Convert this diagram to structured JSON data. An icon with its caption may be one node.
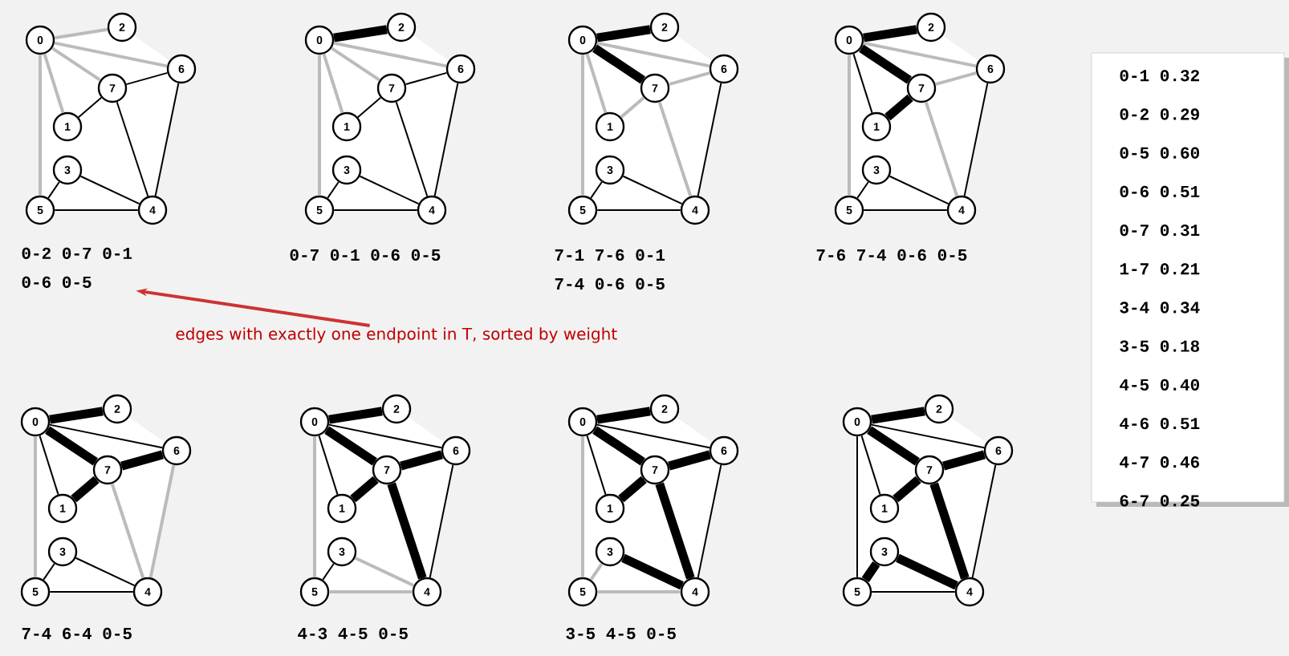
{
  "diagram": {
    "nodes": [
      {
        "text": [
          "0"
        ]
      },
      {
        "text": [
          "1"
        ]
      },
      {
        "text": [
          "2"
        ]
      },
      {
        "text": [
          "3"
        ]
      },
      {
        "text": [
          "4"
        ]
      },
      {
        "text": [
          "5"
        ]
      },
      {
        "text": [
          "6"
        ]
      },
      {
        "text": [
          "7"
        ]
      },
      {
        "text": [
          "0"
        ]
      },
      {
        "text": [
          "1"
        ]
      },
      {
        "text": [
          "2"
        ]
      },
      {
        "text": [
          "3"
        ]
      },
      {
        "text": [
          "4"
        ]
      },
      {
        "text": [
          "5"
        ]
      },
      {
        "text": [
          "6"
        ]
      },
      {
        "text": [
          "7"
        ]
      },
      {
        "text": [
          "0"
        ]
      },
      {
        "text": [
          "1"
        ]
      },
      {
        "text": [
          "2"
        ]
      },
      {
        "text": [
          "3"
        ]
      },
      {
        "text": [
          "4"
        ]
      },
      {
        "text": [
          "5"
        ]
      },
      {
        "text": [
          "6"
        ]
      },
      {
        "text": [
          "7"
        ]
      },
      {
        "text": [
          "0"
        ]
      },
      {
        "text": [
          "1"
        ]
      },
      {
        "text": [
          "2"
        ]
      },
      {
        "text": [
          "3"
        ]
      },
      {
        "text": [
          "4"
        ]
      },
      {
        "text": [
          "5"
        ]
      },
      {
        "text": [
          "6"
        ]
      },
      {
        "text": [
          "7"
        ]
      },
      {
        "text": [
          "0"
        ]
      },
      {
        "text": [
          "1"
        ]
      },
      {
        "text": [
          "2"
        ]
      },
      {
        "text": [
          "3"
        ]
      },
      {
        "text": [
          "4"
        ]
      },
      {
        "text": [
          "5"
        ]
      },
      {
        "text": [
          "6"
        ]
      },
      {
        "text": [
          "7"
        ]
      },
      {
        "text": [
          "0"
        ]
      },
      {
        "text": [
          "1"
        ]
      },
      {
        "text": [
          "2"
        ]
      },
      {
        "text": [
          "3"
        ]
      },
      {
        "text": [
          "4"
        ]
      },
      {
        "text": [
          "5"
        ]
      },
      {
        "text": [
          "6"
        ]
      },
      {
        "text": [
          "7"
        ]
      },
      {
        "text": [
          "0"
        ]
      },
      {
        "text": [
          "1"
        ]
      },
      {
        "text": [
          "2"
        ]
      },
      {
        "text": [
          "3"
        ]
      },
      {
        "text": [
          "4"
        ]
      },
      {
        "text": [
          "5"
        ]
      },
      {
        "text": [
          "6"
        ]
      },
      {
        "text": [
          "7"
        ]
      },
      {
        "text": [
          "0"
        ]
      },
      {
        "text": [
          "1"
        ]
      },
      {
        "text": [
          "2"
        ]
      },
      {
        "text": [
          "3"
        ]
      },
      {
        "text": [
          "4"
        ]
      },
      {
        "text": [
          "5"
        ]
      },
      {
        "text": [
          "6"
        ]
      },
      {
        "text": [
          "7"
        ]
      },
      {
        "text": [
          "0-1 0.32",
          "0-2 0.29",
          "0-5 0.60",
          "0-6 0.51",
          "0-7 0.31",
          "1-7 0.21",
          "3-4 0.34",
          "3-5 0.18",
          "4-5 0.40",
          "4-6 0.51",
          "4-7 0.46",
          "6-7 0.25"
        ]
      },
      {
        "text": [
          "edges with exactly one endpoint in T, sorted by weight"
        ]
      },
      {
        "text": [
          "0-2 0-7 0-1",
          "0-6 0-5"
        ]
      }
    ],
    "edges": [
      {
        "from": 0,
        "to": 1,
        "arrow": "none",
        "color": "#bbbbbb"
      },
      {
        "from": 0,
        "to": 2,
        "arrow": "none",
        "color": "#bbbbbb"
      },
      {
        "from": 0,
        "to": 5,
        "arrow": "none",
        "color": "#bbbbbb"
      },
      {
        "from": 0,
        "to": 6,
        "arrow": "none",
        "color": "#bbbbbb"
      },
      {
        "from": 0,
        "to": 7,
        "arrow": "none",
        "color": "#bbbbbb"
      },
      {
        "from": 1,
        "to": 7,
        "arrow": "none"
      },
      {
        "from": 3,
        "to": 4,
        "arrow": "none"
      },
      {
        "from": 3,
        "to": 5,
        "arrow": "none"
      },
      {
        "from": 4,
        "to": 5,
        "arrow": "none"
      },
      {
        "from": 4,
        "to": 6,
        "arrow": "none"
      },
      {
        "from": 4,
        "to": 7,
        "arrow": "none"
      },
      {
        "from": 6,
        "to": 7,
        "arrow": "none"
      },
      {
        "from": 8,
        "to": 9,
        "arrow": "none",
        "color": "#bbbbbb"
      },
      {
        "from": 8,
        "to": 10,
        "arrow": "none",
        "style": "thick"
      },
      {
        "from": 8,
        "to": 13,
        "arrow": "none",
        "color": "#bbbbbb"
      },
      {
        "from": 8,
        "to": 14,
        "arrow": "none",
        "color": "#bbbbbb"
      },
      {
        "from": 8,
        "to": 15,
        "arrow": "none",
        "color": "#bbbbbb"
      },
      {
        "from": 9,
        "to": 15,
        "arrow": "none"
      },
      {
        "from": 11,
        "to": 12,
        "arrow": "none"
      },
      {
        "from": 11,
        "to": 13,
        "arrow": "none"
      },
      {
        "from": 12,
        "to": 13,
        "arrow": "none"
      },
      {
        "from": 12,
        "to": 14,
        "arrow": "none"
      },
      {
        "from": 12,
        "to": 15,
        "arrow": "none"
      },
      {
        "from": 14,
        "to": 15,
        "arrow": "none"
      },
      {
        "from": 16,
        "to": 17,
        "arrow": "none",
        "color": "#bbbbbb"
      },
      {
        "from": 16,
        "to": 18,
        "arrow": "none",
        "style": "thick"
      },
      {
        "from": 16,
        "to": 21,
        "arrow": "none",
        "color": "#bbbbbb"
      },
      {
        "from": 16,
        "to": 22,
        "arrow": "none",
        "color": "#bbbbbb"
      },
      {
        "from": 16,
        "to": 23,
        "arrow": "none",
        "style": "thick"
      },
      {
        "from": 17,
        "to": 23,
        "arrow": "none",
        "color": "#bbbbbb"
      },
      {
        "from": 19,
        "to": 20,
        "arrow": "none"
      },
      {
        "from": 19,
        "to": 21,
        "arrow": "none"
      },
      {
        "from": 20,
        "to": 21,
        "arrow": "none"
      },
      {
        "from": 20,
        "to": 22,
        "arrow": "none"
      },
      {
        "from": 20,
        "to": 23,
        "arrow": "none",
        "color": "#bbbbbb"
      },
      {
        "from": 22,
        "to": 23,
        "arrow": "none",
        "color": "#bbbbbb"
      },
      {
        "from": 24,
        "to": 25,
        "arrow": "none"
      },
      {
        "from": 24,
        "to": 26,
        "arrow": "none",
        "style": "thick"
      },
      {
        "from": 24,
        "to": 29,
        "arrow": "none",
        "color": "#bbbbbb"
      },
      {
        "from": 24,
        "to": 30,
        "arrow": "none",
        "color": "#bbbbbb"
      },
      {
        "from": 24,
        "to": 31,
        "arrow": "none",
        "style": "thick"
      },
      {
        "from": 25,
        "to": 31,
        "arrow": "none",
        "style": "thick"
      },
      {
        "from": 27,
        "to": 28,
        "arrow": "none"
      },
      {
        "from": 27,
        "to": 29,
        "arrow": "none"
      },
      {
        "from": 28,
        "to": 29,
        "arrow": "none"
      },
      {
        "from": 28,
        "to": 30,
        "arrow": "none"
      },
      {
        "from": 28,
        "to": 31,
        "arrow": "none",
        "color": "#bbbbbb"
      },
      {
        "from": 30,
        "to": 31,
        "arrow": "none",
        "color": "#bbbbbb"
      },
      {
        "from": 32,
        "to": 33,
        "arrow": "none"
      },
      {
        "from": 32,
        "to": 34,
        "arrow": "none",
        "style": "thick"
      },
      {
        "from": 32,
        "to": 37,
        "arrow": "none",
        "color": "#bbbbbb"
      },
      {
        "from": 32,
        "to": 38,
        "arrow": "none"
      },
      {
        "from": 32,
        "to": 39,
        "arrow": "none",
        "style": "thick"
      },
      {
        "from": 33,
        "to": 39,
        "arrow": "none",
        "style": "thick"
      },
      {
        "from": 35,
        "to": 36,
        "arrow": "none"
      },
      {
        "from": 35,
        "to": 37,
        "arrow": "none"
      },
      {
        "from": 36,
        "to": 37,
        "arrow": "none"
      },
      {
        "from": 36,
        "to": 38,
        "arrow": "none",
        "color": "#bbbbbb"
      },
      {
        "from": 36,
        "to": 39,
        "arrow": "none",
        "color": "#bbbbbb"
      },
      {
        "from": 38,
        "to": 39,
        "arrow": "none",
        "style": "thick"
      },
      {
        "from": 40,
        "to": 41,
        "arrow": "none"
      },
      {
        "from": 40,
        "to": 42,
        "arrow": "none",
        "style": "thick"
      },
      {
        "from": 40,
        "to": 45,
        "arrow": "none",
        "color": "#bbbbbb"
      },
      {
        "from": 40,
        "to": 46,
        "arrow": "none"
      },
      {
        "from": 40,
        "to": 47,
        "arrow": "none",
        "style": "thick"
      },
      {
        "from": 41,
        "to": 47,
        "arrow": "none",
        "style": "thick"
      },
      {
        "from": 43,
        "to": 44,
        "arrow": "none",
        "color": "#bbbbbb"
      },
      {
        "from": 43,
        "to": 45,
        "arrow": "none"
      },
      {
        "from": 44,
        "to": 45,
        "arrow": "none",
        "color": "#bbbbbb"
      },
      {
        "from": 44,
        "to": 46,
        "arrow": "none"
      },
      {
        "from": 44,
        "to": 47,
        "arrow": "none",
        "style": "thick"
      },
      {
        "from": 46,
        "to": 47,
        "arrow": "none",
        "style": "thick"
      },
      {
        "from": 48,
        "to": 49,
        "arrow": "none"
      },
      {
        "from": 48,
        "to": 50,
        "arrow": "none",
        "style": "thick"
      },
      {
        "from": 48,
        "to": 53,
        "arrow": "none",
        "color": "#bbbbbb"
      },
      {
        "from": 48,
        "to": 54,
        "arrow": "none"
      },
      {
        "from": 48,
        "to": 55,
        "arrow": "none",
        "style": "thick"
      },
      {
        "from": 49,
        "to": 55,
        "arrow": "none",
        "style": "thick"
      },
      {
        "from": 51,
        "to": 52,
        "arrow": "none",
        "style": "thick"
      },
      {
        "from": 51,
        "to": 53,
        "arrow": "none",
        "color": "#bbbbbb"
      },
      {
        "from": 52,
        "to": 53,
        "arrow": "none",
        "color": "#bbbbbb"
      },
      {
        "from": 52,
        "to": 54,
        "arrow": "none"
      },
      {
        "from": 52,
        "to": 55,
        "arrow": "none",
        "style": "thick"
      },
      {
        "from": 54,
        "to": 55,
        "arrow": "none",
        "style": "thick"
      },
      {
        "from": 56,
        "to": 57,
        "arrow": "none"
      },
      {
        "from": 56,
        "to": 58,
        "arrow": "none",
        "style": "thick"
      },
      {
        "from": 56,
        "to": 61,
        "arrow": "none"
      },
      {
        "from": 56,
        "to": 62,
        "arrow": "none"
      },
      {
        "from": 56,
        "to": 63,
        "arrow": "none",
        "style": "thick"
      },
      {
        "from": 57,
        "to": 63,
        "arrow": "none",
        "style": "thick"
      },
      {
        "from": 59,
        "to": 60,
        "arrow": "none",
        "style": "thick"
      },
      {
        "from": 59,
        "to": 61,
        "arrow": "none",
        "style": "thick"
      },
      {
        "from": 60,
        "to": 61,
        "arrow": "none"
      },
      {
        "from": 60,
        "to": 62,
        "arrow": "none"
      },
      {
        "from": 60,
        "to": 63,
        "arrow": "none",
        "style": "thick"
      },
      {
        "from": 62,
        "to": 63,
        "arrow": "none",
        "style": "thick"
      },
      {
        "from": 65,
        "to": 66,
        "arrow": "to",
        "color": "#cc3333"
      }
    ],
    "labels": [
      "0-7 0-1 0-6 0-5",
      "7-1 7-6 0-1",
      "7-4 0-6 0-5",
      "7-6 7-4 0-6 0-5",
      "7-4 6-4 0-5",
      "4-3 4-5 0-5",
      "3-5 4-5 0-5"
    ]
  }
}
